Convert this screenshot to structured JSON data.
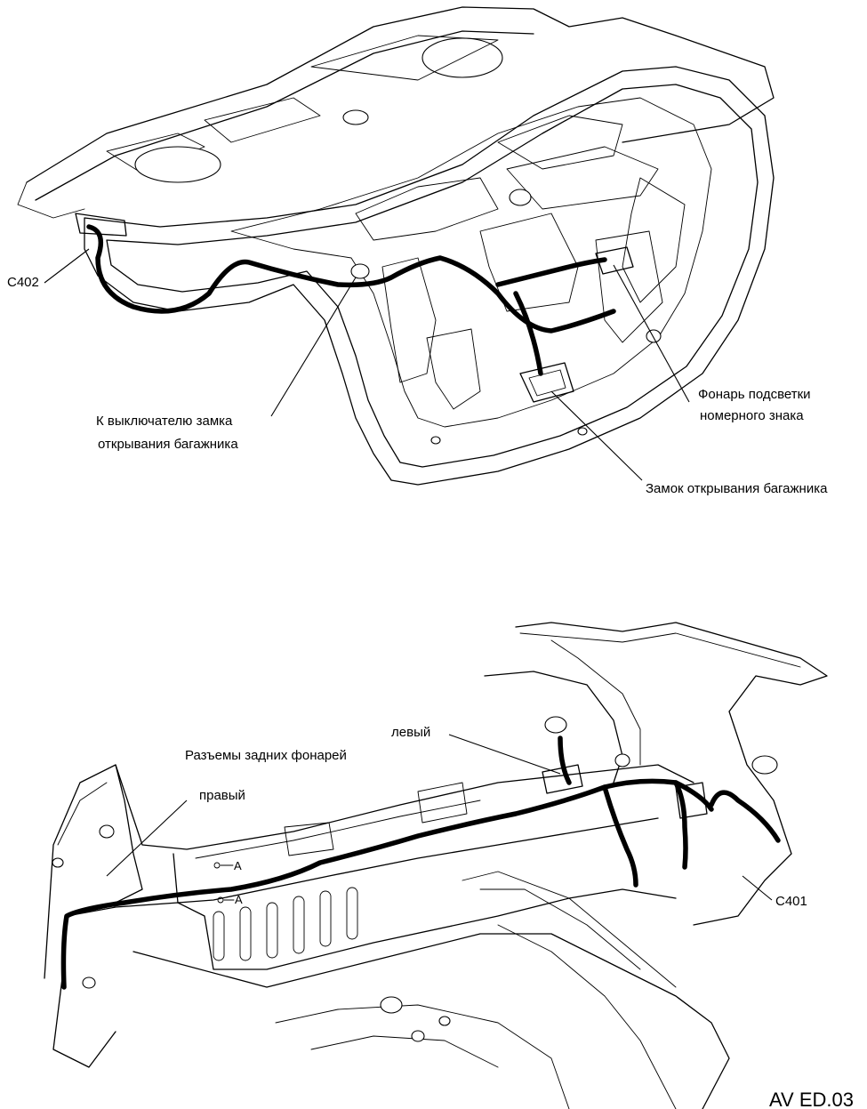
{
  "top_diagram": {
    "labels": {
      "c402": "C402",
      "trunk_switch_line1": "К выключателю замка",
      "trunk_switch_line2": "открывания багажника",
      "plate_lamp_line1": "Фонарь подсветки",
      "plate_lamp_line2": "номерного знака",
      "trunk_lock": "Замок открывания багажника"
    }
  },
  "bottom_diagram": {
    "labels": {
      "connectors_title": "Разъемы задних фонарей",
      "left": "левый",
      "right": "правый",
      "c401": "C401",
      "marker_a1": "A",
      "marker_a2": "A"
    }
  },
  "figure_code": "AV ED.03"
}
